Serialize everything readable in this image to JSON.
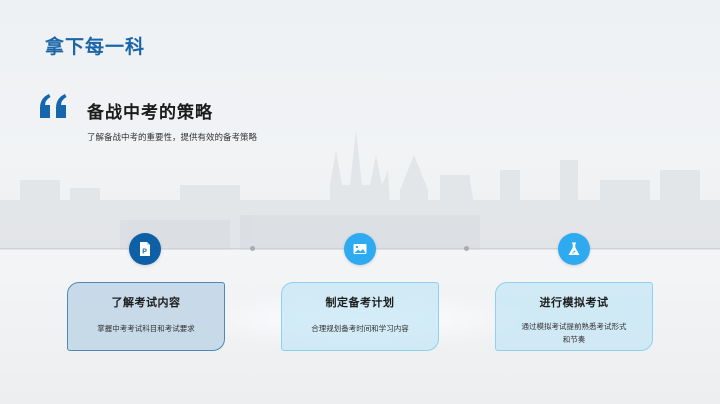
{
  "section_title": "拿下每一科",
  "heading": "备战中考的策略",
  "subheading": "了解备战中考的重要性，提供有效的备考策略",
  "colors": {
    "title_blue": "#1a66a8",
    "quote_blue": "#1566ad",
    "node_dark": "#0d5fa6",
    "node_light": "#2eaaf0"
  },
  "timeline": {
    "steps": [
      {
        "icon": "document-p-icon",
        "title": "了解考试内容",
        "description": "掌握中考考试科目和考试要求"
      },
      {
        "icon": "image-icon",
        "title": "制定备考计划",
        "description": "合理规划备考时间和学习内容"
      },
      {
        "icon": "flask-icon",
        "title": "进行模拟考试",
        "description": "通过模拟考试提前熟悉考试形式和节奏"
      }
    ]
  }
}
